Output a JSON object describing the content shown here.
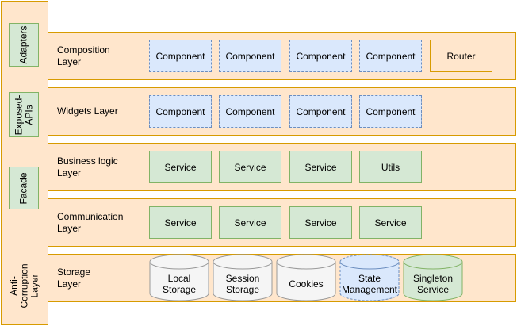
{
  "side": {
    "adapters": "Adapters",
    "exposed_apis": "Exposed-\nAPIs",
    "facade": "Facade",
    "anti_corruption": "Anti-\nCorruption\nLayer"
  },
  "layers": [
    {
      "label": "Composition\nLayer",
      "boxes": [
        "Component",
        "Component",
        "Component",
        "Component"
      ],
      "extra": "Router"
    },
    {
      "label": "Widgets Layer",
      "boxes": [
        "Component",
        "Component",
        "Component",
        "Component"
      ]
    },
    {
      "label": "Business logic\nLayer",
      "boxes": [
        "Service",
        "Service",
        "Service",
        "Utils"
      ]
    },
    {
      "label": "Communication\nLayer",
      "boxes": [
        "Service",
        "Service",
        "Service",
        "Service"
      ]
    },
    {
      "label": "Storage\nLayer",
      "stores": [
        {
          "label": "Local\nStorage"
        },
        {
          "label": "Session\nStorage"
        },
        {
          "label": "Cookies"
        },
        {
          "label": "State\nManagement"
        },
        {
          "label": "Singleton\nService"
        }
      ]
    }
  ],
  "colors": {
    "orange_fill": "#ffe6cc",
    "orange_stroke": "#d79b00",
    "blue_fill": "#dae8fc",
    "blue_stroke": "#6c8ebf",
    "green_fill": "#d5e8d4",
    "green_stroke": "#82b366",
    "grey_fill": "#f5f5f5",
    "grey_stroke": "#999999"
  }
}
